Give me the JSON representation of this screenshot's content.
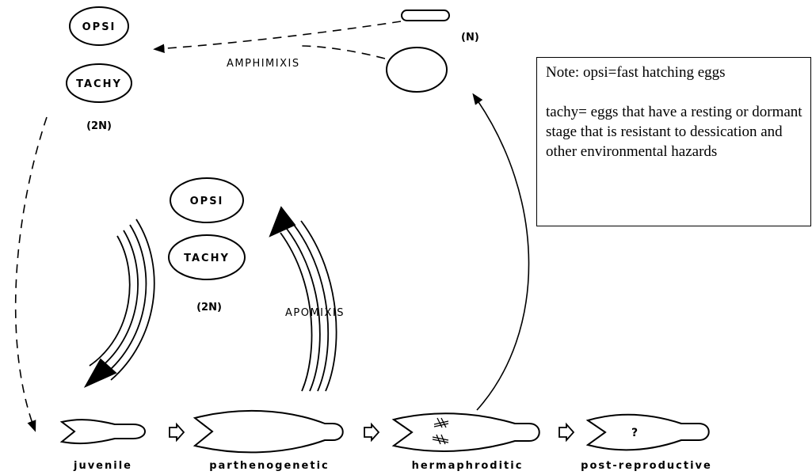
{
  "top_eggs": {
    "opsi": "OPSI",
    "tachy": "TACHY",
    "ploidy": "(2N)"
  },
  "mid_eggs": {
    "opsi": "OPSI",
    "tachy": "TACHY",
    "ploidy": "(2N)"
  },
  "haploid": {
    "ploidy": "(N)"
  },
  "processes": {
    "amphimixis": "AMPHIMIXIS",
    "apomixis": "APOMIXIS"
  },
  "stages": {
    "juvenile": "juvenile",
    "parthenogenetic": "parthenogenetic",
    "hermaphroditic": "hermaphroditic",
    "post_reproductive": "post-reproductive",
    "post_reproductive_mark": "?"
  },
  "note": {
    "line1": "Note: opsi=fast hatching eggs",
    "line2": "tachy= eggs that have a resting or dormant stage that is resistant to dessication and other environmental hazards"
  }
}
